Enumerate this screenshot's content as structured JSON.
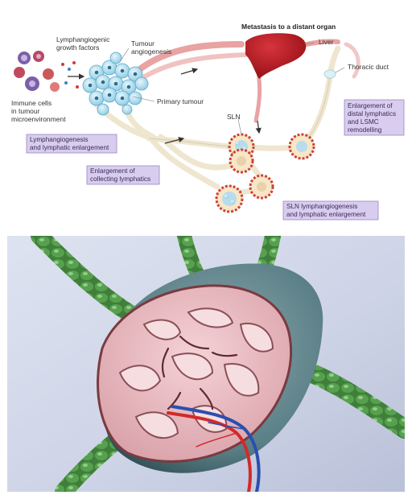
{
  "top_diagram": {
    "labels": {
      "growth_factors": [
        "Lymphangiogenic",
        "growth factors"
      ],
      "angiogenesis": [
        "Tumour",
        "angiogenesis"
      ],
      "metastasis": "Metastasis to a distant organ",
      "liver": "Liver",
      "thoracic_duct": "Thoracic duct",
      "immune_cells": [
        "Immune cells",
        "in tumour",
        "microenvironment"
      ],
      "primary_tumour": "Primary tumour",
      "sln": "SLN"
    },
    "boxes": {
      "lymphangiogenesis": [
        "Lymphangiogenesis",
        "and lymphatic enlargement"
      ],
      "collecting": [
        "Enlargement of",
        "collecting lymphatics"
      ],
      "distal": [
        "Enlargement of",
        "distal lymphatics",
        "and LSMC",
        "remodelling"
      ],
      "sln_lymph": [
        "SLN lymphangiogenesis",
        "and lymphatic enlargement"
      ]
    },
    "colors": {
      "box_fill": "#d9cdef",
      "box_border": "#9a86c4",
      "tumour_cell": "#a8d8ec",
      "blood_vessel": "#e07a7a",
      "lymphatic": "#f1ead8",
      "liver": "#b5121b"
    }
  },
  "bottom_image": {
    "subject": "lymph-node-cross-section-illustration",
    "colors": {
      "background": "#cdd3e6",
      "lymph_vessel": "#3f7f3a",
      "capsule": "#5a7f86",
      "tissue": "#e9b9be",
      "artery": "#d22a2a",
      "vein": "#2b4fb0"
    }
  }
}
